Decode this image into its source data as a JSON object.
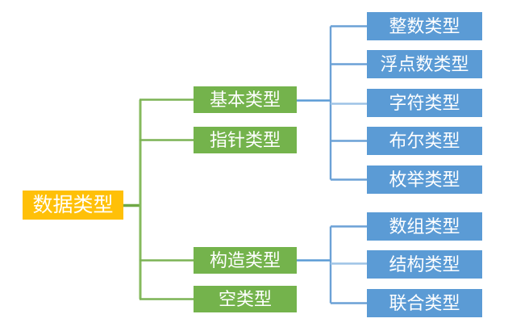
{
  "diagram": {
    "title": "C data types tree (SmartArt style)",
    "root": {
      "label": "数据类型"
    },
    "level2": [
      {
        "label": "基本类型"
      },
      {
        "label": "指针类型"
      },
      {
        "label": "构造类型"
      },
      {
        "label": "空类型"
      }
    ],
    "level3_basic_children": [
      {
        "label": "整数类型"
      },
      {
        "label": "浮点数类型"
      },
      {
        "label": "字符类型"
      },
      {
        "label": "布尔类型"
      },
      {
        "label": "枚举类型"
      }
    ],
    "level3_construct_children": [
      {
        "label": "数组类型"
      },
      {
        "label": "结构类型"
      },
      {
        "label": "联合类型"
      }
    ]
  },
  "colors": {
    "root_fill": "#FFC008",
    "level2_fill": "#74B34C",
    "level3_fill": "#5B9BD5",
    "text": "#FFFFFF",
    "connector_green": "#7CB355",
    "connector_blue": "#6BA1D6",
    "background": "#FFFFFF"
  }
}
